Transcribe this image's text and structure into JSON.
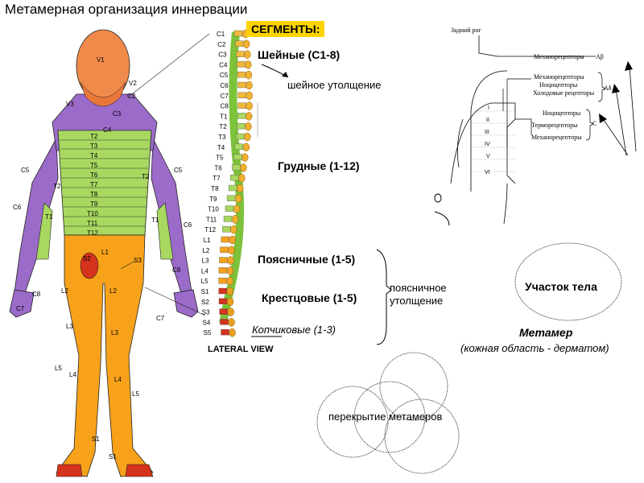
{
  "title": "Метамерная организация иннервации",
  "segments_badge": "СЕГМЕНТЫ:",
  "regions": {
    "cervical": "Шейные (С1-8)",
    "cervical_enlargement": "шейное утолщение",
    "thoracic": "Грудные (1-12)",
    "lumbar": "Поясничные (1-5)",
    "sacral": "Крестцовые (1-5)",
    "lumbar_enlargement": "поясничное утолщение",
    "coccygeal": "Копчиковые (1-3)"
  },
  "lateral_view": "LATERAL VIEW",
  "vertebrae": [
    "C1",
    "C2",
    "C3",
    "C4",
    "C5",
    "C6",
    "C7",
    "C8",
    "T1",
    "T2",
    "T3",
    "T4",
    "T5",
    "T6",
    "T7",
    "T8",
    "T9",
    "T10",
    "T11",
    "T12",
    "L1",
    "L2",
    "L3",
    "L4",
    "L5",
    "S1",
    "S2",
    "S3",
    "S4",
    "S5"
  ],
  "body_labels": {
    "v1": "V1",
    "v2": "V2",
    "v3": "V3",
    "c2": "C2",
    "c3": "C3",
    "c4": "C4",
    "t2": "T2",
    "t3": "T3",
    "t4": "T4",
    "t5": "T5",
    "t6": "T6",
    "t7": "T7",
    "t8": "T8",
    "t9": "T9",
    "t10": "T10",
    "t11": "T11",
    "t12": "T12",
    "t2_left": "T2",
    "t2_right": "T2",
    "t1_left": "T1",
    "t1_right": "T1",
    "c5_left": "C5",
    "c5_right": "C5",
    "c6_left": "C6",
    "c6_right": "C6",
    "c7_left": "C7",
    "c7_right": "C7",
    "c8_left": "C8",
    "c8_right": "C8",
    "l1": "L1",
    "l2_left": "L2",
    "l2_right": "L2",
    "l3_left": "L3",
    "l3_right": "L3",
    "l4_left": "L4",
    "l4_right": "L4",
    "l5_left": "L5",
    "l5_right": "L5",
    "s1_left": "S1",
    "s1_right": "S1",
    "s3": "S3",
    "s2": "S2"
  },
  "sensory": {
    "dorsal_horn": "Задний рог",
    "mech_ab": "Механорецепторы",
    "ab": "Aβ",
    "mech_ad": "Механорецепторы",
    "noci_ad": "Ноцицепторы",
    "cold_ad": "Холодовые рецепторы",
    "ad": "Aδ",
    "noci_c": "Ноцицепторы",
    "thermo_c": "Терморецепторы",
    "mech_c": "Механорецепторы",
    "c": "C",
    "laminae": [
      "I",
      "II",
      "III",
      "IV",
      "V",
      "VI"
    ]
  },
  "body_part": "Участок тела",
  "metamer": "Метамер",
  "dermatome": "(кожная область -  дерматом)",
  "overlap": "перекрытие метамеров",
  "colors": {
    "face": "#f08a4b",
    "purple": "#9b6bc9",
    "green": "#a8d860",
    "orange": "#f7a21a",
    "red": "#d4331c",
    "badge": "#ffd400"
  }
}
